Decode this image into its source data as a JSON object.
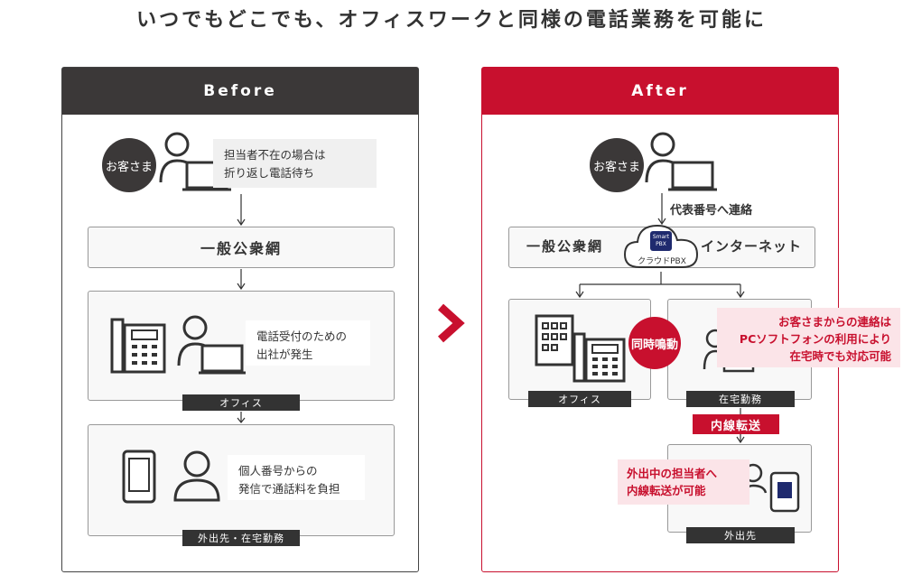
{
  "title": "いつでもどこでも、オフィスワークと同様の電話業務を可能に",
  "before": {
    "header": "Before",
    "customer": "お客さま",
    "customer_note": [
      "担当者不在の場合は",
      "折り返し電話待ち"
    ],
    "network": "一般公衆網",
    "office_note": [
      "電話受付のための",
      "出社が発生"
    ],
    "office_label": "オフィス",
    "remote_note": [
      "個人番号からの",
      "発信で通話料を負担"
    ],
    "remote_label": "外出先・在宅勤務"
  },
  "after": {
    "header": "After",
    "customer": "お客さま",
    "contact_text": "代表番号へ連絡",
    "network_left": "一般公衆網",
    "network_right": "インターネット",
    "cloud_logo": [
      "Smart",
      "PBX"
    ],
    "cloud_label": "クラウドPBX",
    "simultaneous": "同時鳴動",
    "office_label": "オフィス",
    "home_label": "在宅勤務",
    "home_note": [
      "お客さまからの連絡は",
      "PCソフトフォンの利用により",
      "在宅時でも対応可能"
    ],
    "transfer_label": "内線転送",
    "out_note": [
      "外出中の担当者へ",
      "内線転送が可能"
    ],
    "out_label": "外出先"
  },
  "colors": {
    "accent": "#c8102e",
    "dark": "#3b3838",
    "pink": "#fbe4e8"
  }
}
